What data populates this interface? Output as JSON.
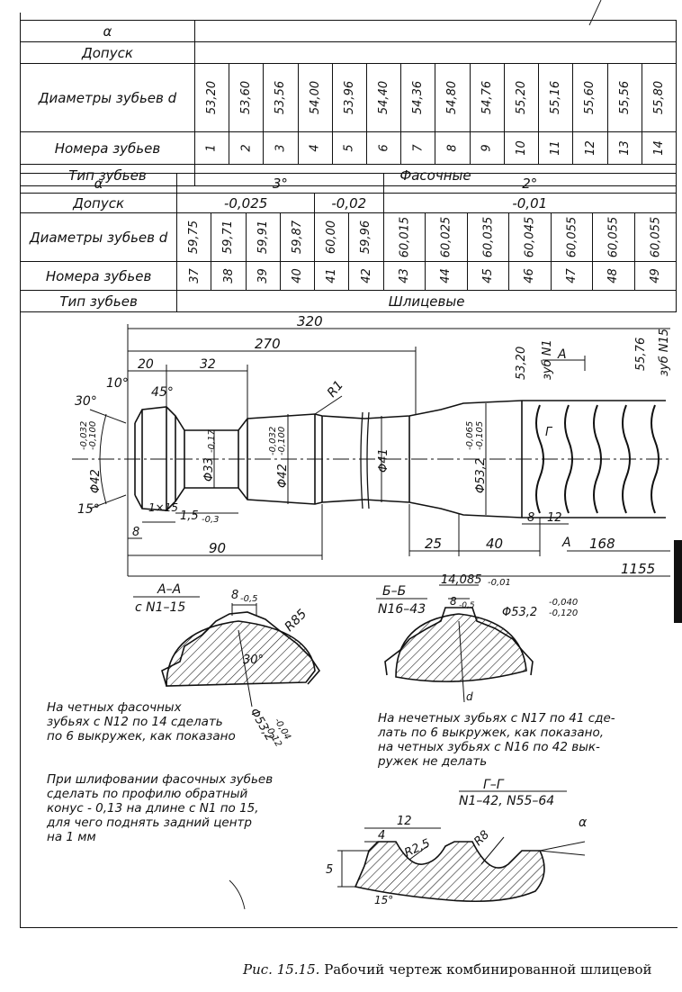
{
  "table1": {
    "alpha_label": "α",
    "tolerance_label": "Допуск",
    "diam_label": "Диаметры зубьев d",
    "num_label": "Номера зубьев",
    "type_label": "Тип зубьев",
    "type_value": "Фасочные",
    "diameters": [
      "53,20",
      "53,60",
      "53,56",
      "54,00",
      "53,96",
      "54,40",
      "54,36",
      "54,80",
      "54,76",
      "55,20",
      "55,16",
      "55,60",
      "55,56",
      "55,80"
    ],
    "numbers": [
      "1",
      "2",
      "3",
      "4",
      "5",
      "6",
      "7",
      "8",
      "9",
      "10",
      "11",
      "12",
      "13",
      "14"
    ]
  },
  "table2": {
    "alpha_label": "α",
    "tolerance_label": "Допуск",
    "diam_label": "Диаметры зубьев d",
    "num_label": "Номера зубьев",
    "type_label": "Тип зубьев",
    "type_value": "Шлицевые",
    "alpha_3": "3°",
    "alpha_2": "2°",
    "tol_a": "-0,025",
    "tol_b": "-0,02",
    "tol_c": "-0,01",
    "diameters": [
      "59,75",
      "59,71",
      "59,91",
      "59,87",
      "60,00",
      "59,96",
      "60,015",
      "60,025",
      "60,035",
      "60,045",
      "60,055",
      "60,055",
      "60,055"
    ],
    "numbers": [
      "37",
      "38",
      "39",
      "40",
      "41",
      "42",
      "43",
      "44",
      "45",
      "46",
      "47",
      "48",
      "49"
    ]
  },
  "drawing": {
    "dims": {
      "d320": "320",
      "d270": "270",
      "d20": "20",
      "d32": "32",
      "d10deg": "10°",
      "d45deg": "45°",
      "d30deg": "30°",
      "d15deg": "15°",
      "r1": "R1",
      "dia42a": "Φ42",
      "dia42a_tol_top": "-0,032",
      "dia42a_tol_bot": "-0,100",
      "dia33": "Φ33",
      "dia33_tol": "-0,17",
      "dia42b": "Φ42",
      "dia42b_tol_top": "-0,032",
      "dia42b_tol_bot": "-0,100",
      "dia41": "Φ41",
      "dia53": "Φ53,2",
      "dia53_tol_top": "-0,065",
      "dia53_tol_bot": "-0,105",
      "d5320": "53,20",
      "tooth1": "зуб N1",
      "d5576": "55,76",
      "tooth15": "зуб N15",
      "a_mark": "A",
      "g_mark": "Г",
      "d8a": "8",
      "d1x15": "1×15",
      "d1_5": "1,5",
      "d1_5_tol": "-0,3",
      "d90": "90",
      "d25": "25",
      "d40": "40",
      "d8b": "8",
      "d12": "12",
      "d168": "168",
      "d1155": "1155"
    },
    "section_aa": {
      "title": "А–А",
      "subtitle": "с N1–15",
      "dim_8": "8",
      "dim_8_tol": "-0,5",
      "r85": "R85",
      "angle": "30°",
      "dia": "Φ53,2",
      "dia_tol_top": "-0,04",
      "dia_tol_bot": "-0,12"
    },
    "section_bb": {
      "title": "Б–Б",
      "subtitle": "N16–43",
      "dim_14": "14,085",
      "dim_14_tol": "-0,01",
      "dim_8": "8",
      "dim_8_tol": "-0,5",
      "dia": "Φ53,2",
      "dia_tol_top": "-0,040",
      "dia_tol_bot": "-0,120",
      "d_mark": "d"
    },
    "section_gg": {
      "title": "Г–Г",
      "subtitle": "N1–42, N55–64",
      "dim_12": "12",
      "dim_4": "4",
      "r25": "R2,5",
      "r8": "R8",
      "dim_5": "5",
      "angle15": "15°",
      "alpha": "α"
    }
  },
  "notes": {
    "note1": "На четных фасочных\nзубьях с N12 по 14 сделать\nпо 6 выкружек, как показано",
    "note2": "На нечетных зубьях с N17 по 41 сде-\nлать по 6 выкружек, как показано,\nна четных зубьях с N16 по 42 вык-\nружек не делать",
    "note3": "При шлифовании фасочных зубьев\nсделать по профилю обратный\nконус - 0,13 на длине с N1 по 15,\nдля чего поднять задний центр\nна 1 мм"
  },
  "caption": {
    "label": "Рис. 15.15.",
    "text": "Рабочий чертеж комбинированной шлицевой"
  }
}
